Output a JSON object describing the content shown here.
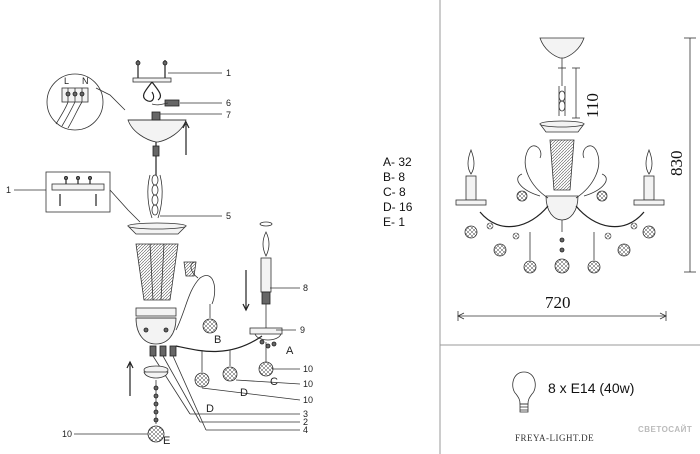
{
  "exploded_view": {
    "callouts": [
      "1",
      "6",
      "7",
      "1",
      "5",
      "8",
      "9",
      "10",
      "10",
      "10",
      "3",
      "2",
      "4",
      "10"
    ],
    "part_letters": [
      "B",
      "A",
      "C",
      "D",
      "D",
      "E"
    ],
    "wiring_labels": {
      "live": "L",
      "neutral": "N"
    }
  },
  "parts_list": [
    {
      "letter": "A",
      "count": "32"
    },
    {
      "letter": "B",
      "count": "8"
    },
    {
      "letter": "C",
      "count": "8"
    },
    {
      "letter": "D",
      "count": "16"
    },
    {
      "letter": "E",
      "count": "1"
    }
  ],
  "dimensions": {
    "height": "830",
    "chain_length": "110",
    "width": "720"
  },
  "bulb_spec": "8 x E14 (40w)",
  "brand_url": "FREYA-LIGHT.DE",
  "watermark": "СВЕТОСАЙТ",
  "colors": {
    "line": "#333333",
    "background": "#ffffff",
    "divider": "#999999"
  }
}
